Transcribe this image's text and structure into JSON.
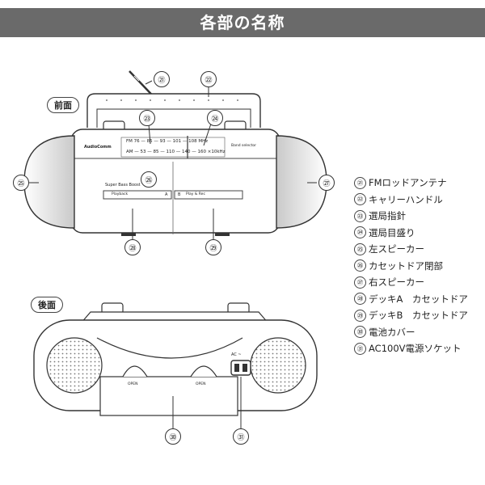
{
  "header": {
    "title": "各部の名称"
  },
  "views": {
    "front": "前面",
    "back": "後面"
  },
  "front_panel": {
    "brand": "AudioComm",
    "fm_scale": "FM 76 — 85 — 93 — 101 — 108 MHz",
    "am_scale": "AM — 53 — 85 — 110 — 140 — 160 ×10kHz",
    "band_selector": "Band selector",
    "super_bass": "Super Bass Boost",
    "deck_a": "A",
    "deck_b": "B",
    "playback_label": "Playback",
    "play_rec_label": "Play & Rec"
  },
  "back_panel": {
    "ac_label": "AC ~",
    "open_left": "OPEN",
    "open_right": "OPEN"
  },
  "callouts": {
    "c21": "㉑",
    "c22": "㉒",
    "c23": "㉓",
    "c24": "㉔",
    "c25": "㉕",
    "c26": "㉖",
    "c27": "㉗",
    "c28": "㉘",
    "c29": "㉙",
    "c30": "㉚",
    "c31": "㉛"
  },
  "legend": [
    {
      "num": "㉑",
      "label": "FMロッドアンテナ"
    },
    {
      "num": "㉒",
      "label": "キャリーハンドル"
    },
    {
      "num": "㉓",
      "label": "選局指針"
    },
    {
      "num": "㉔",
      "label": "選局目盛り"
    },
    {
      "num": "㉕",
      "label": "左スピーカー"
    },
    {
      "num": "㉖",
      "label": "カセットドア閉部"
    },
    {
      "num": "㉗",
      "label": "右スピーカー"
    },
    {
      "num": "㉘",
      "label": "デッキA　カセットドア"
    },
    {
      "num": "㉙",
      "label": "デッキB　カセットドア"
    },
    {
      "num": "㉚",
      "label": "電池カバー"
    },
    {
      "num": "㉛",
      "label": "AC100V電源ソケット"
    }
  ]
}
